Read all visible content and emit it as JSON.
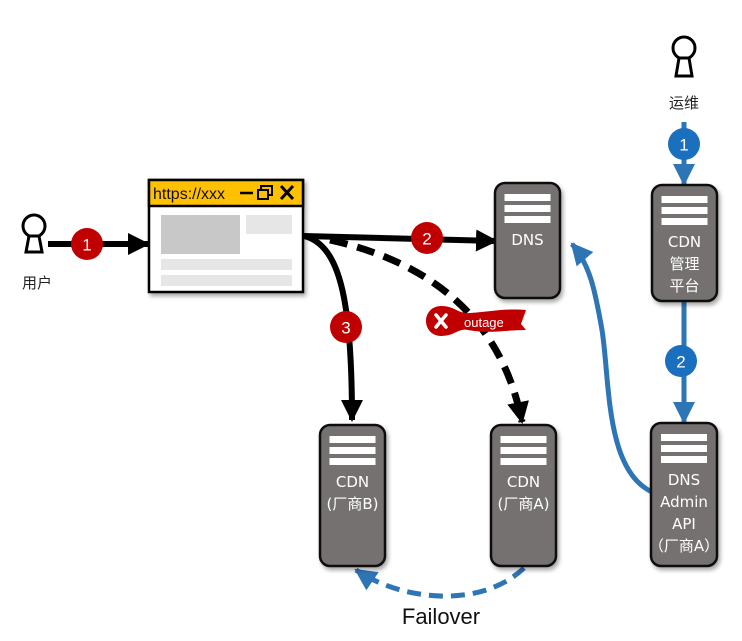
{
  "colors": {
    "server_fill": "#767171",
    "server_stroke": "#111111",
    "badge_red": "#c00000",
    "badge_blue": "#1a6fbf",
    "arrow_blue": "#2e75b6",
    "browser_titlebar": "#ffc000",
    "placeholder_dark": "#c8c8c8",
    "placeholder_light": "#e6e6e6"
  },
  "actors": {
    "user": {
      "label": "用户",
      "icon": "person-icon"
    },
    "ops": {
      "label": "运维",
      "icon": "person-icon"
    }
  },
  "browser": {
    "url": "https://xxx",
    "controls": [
      "minimize-icon",
      "restore-icon",
      "close-icon"
    ]
  },
  "servers": {
    "dns": {
      "lines": [
        "DNS"
      ]
    },
    "cdn_b": {
      "lines": [
        "CDN",
        "(厂商B)"
      ]
    },
    "cdn_a": {
      "lines": [
        "CDN",
        "(厂商A)"
      ]
    },
    "cdn_mgmt": {
      "lines": [
        "CDN",
        "管理",
        "平台"
      ]
    },
    "dns_admin": {
      "lines": [
        "DNS",
        "Admin",
        "API",
        "（厂商A）"
      ]
    }
  },
  "badges": {
    "user_step1": "1",
    "user_step2": "2",
    "user_step3": "3",
    "ops_step1": "1",
    "ops_step2": "2"
  },
  "outage": {
    "label": "outage",
    "icon": "x-icon"
  },
  "failover": {
    "label": "Failover"
  }
}
